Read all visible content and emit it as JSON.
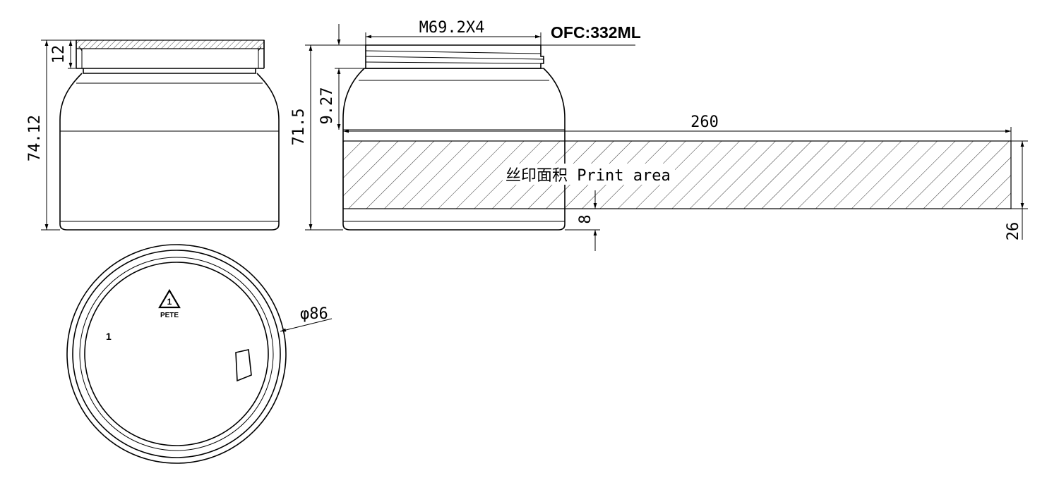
{
  "dimensions": {
    "cap_height": "12",
    "total_height_with_cap": "74.12",
    "body_height": "71.5",
    "shoulder_height": "9.27",
    "thread": "M69.2X4",
    "capacity": "OFC:332ML",
    "print_width": "260",
    "print_height": "26",
    "bottom_offset": "8",
    "diameter": "φ86"
  },
  "labels": {
    "print_area": "丝印面积 Print area",
    "recycle_code": "1",
    "recycle_material": "PETE",
    "mold_number": "1"
  }
}
